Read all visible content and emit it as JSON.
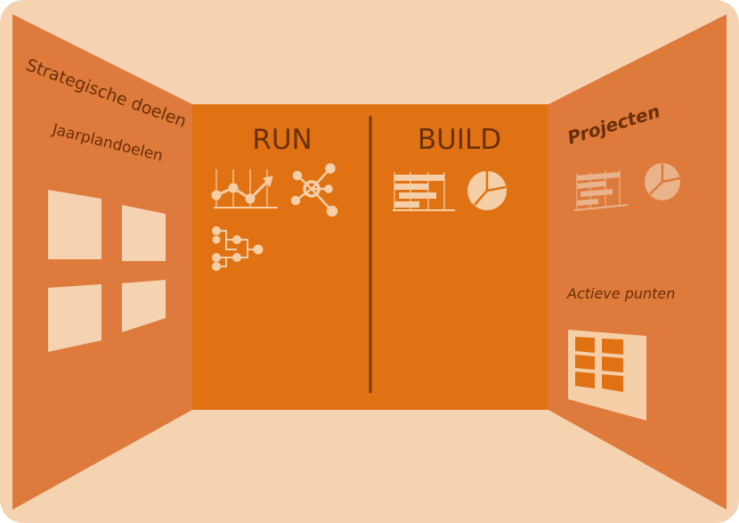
{
  "colors": {
    "frame": "#f6d3b0",
    "side_wall": "#de7a3b",
    "back_wall": "#e07213",
    "divider": "#7d3a05",
    "text_dark": "#6b2f08",
    "icon_light": "#f5cfa8",
    "icon_muted": "#e9b38b"
  },
  "left_wall": {
    "title_line1": "Strategische doelen",
    "title_line2": "Jaarplandoelen"
  },
  "back_wall": {
    "run_label": "RUN",
    "build_label": "BUILD"
  },
  "right_wall": {
    "title": "Projecten",
    "active_label": "Actieve punten"
  },
  "icons": {
    "run": [
      "line-chart-icon",
      "network-icon",
      "tree-flow-icon"
    ],
    "build": [
      "gantt-chart-icon",
      "pie-chart-icon"
    ],
    "projects": [
      "gantt-chart-icon",
      "pie-chart-icon"
    ],
    "active": [
      "kanban-board-icon"
    ]
  }
}
